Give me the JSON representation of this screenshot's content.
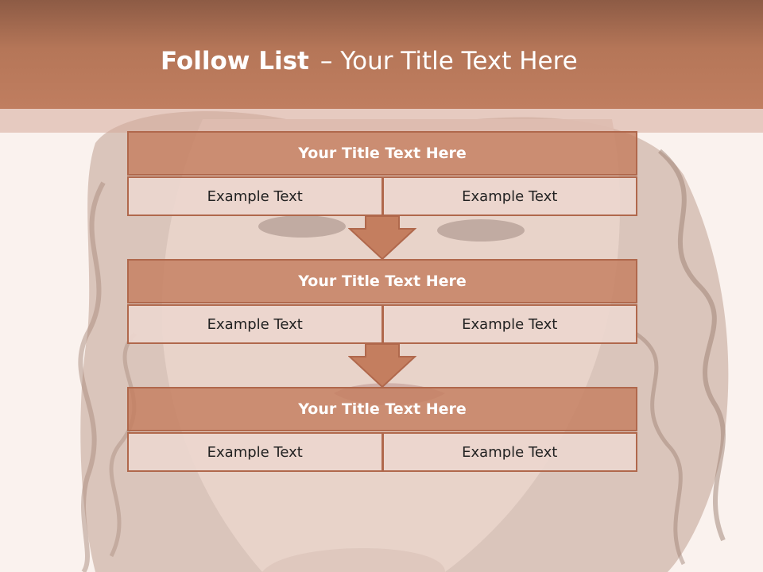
{
  "slide": {
    "title_bold": "Follow List",
    "title_sep": "–",
    "title_rest": "Your Title Text Here"
  },
  "steps": [
    {
      "title": "Your Title Text Here",
      "left": "Example Text",
      "right": "Example Text"
    },
    {
      "title": "Your Title Text Here",
      "left": "Example Text",
      "right": "Example Text"
    },
    {
      "title": "Your Title Text Here",
      "left": "Example Text",
      "right": "Example Text"
    }
  ],
  "colors": {
    "header": "#b57658",
    "box_fill": "#c47e5f",
    "box_border": "#b0684c",
    "cell_fill": "#ecd6ce",
    "arrow": "#c47e5f"
  }
}
